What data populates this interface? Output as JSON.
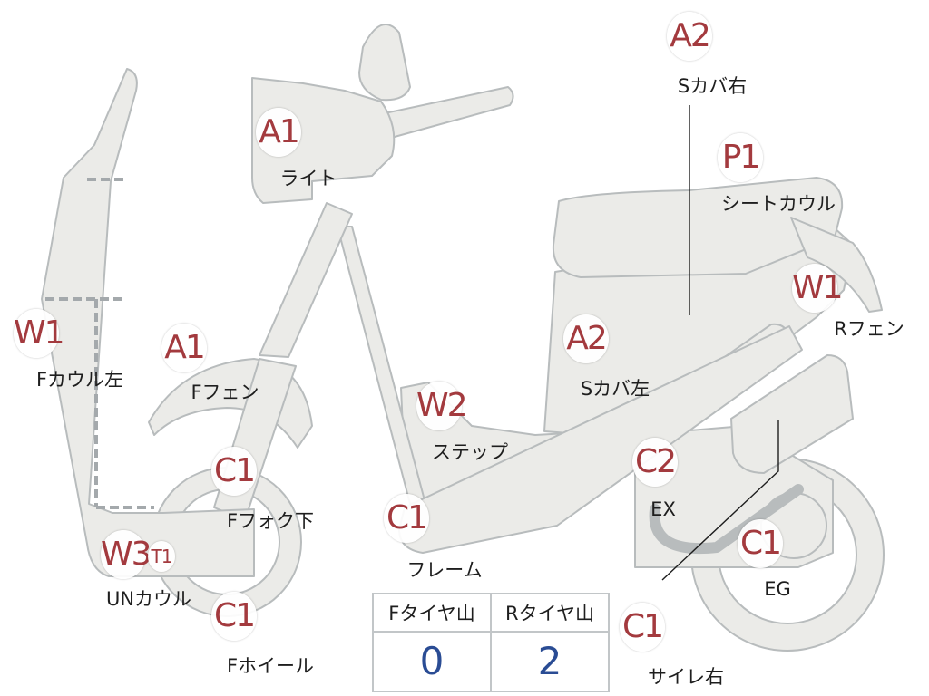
{
  "colors": {
    "grade_text": "#a33a3e",
    "body_fill": "#ebebe8",
    "outline": "#b8bcbd",
    "count_value": "#2a4c94"
  },
  "parts": [
    {
      "id": "light",
      "code": "A1",
      "label": "ライト"
    },
    {
      "id": "f-fender",
      "code": "A1",
      "label": "Fフェン"
    },
    {
      "id": "f-cowl-left",
      "code": "W1",
      "label": "Fカウル左"
    },
    {
      "id": "f-fork-lower",
      "code": "C1",
      "label": "Fフォク下"
    },
    {
      "id": "un-cowl",
      "code": "W3",
      "extra_code": "T1",
      "label": "UNカウル"
    },
    {
      "id": "f-wheel",
      "code": "C1",
      "label": "Fホイール"
    },
    {
      "id": "s-cover-right",
      "code": "A2",
      "label": "Sカバ右"
    },
    {
      "id": "seat-cowl",
      "code": "P1",
      "label": "シートカウル"
    },
    {
      "id": "r-fender",
      "code": "W1",
      "label": "Rフェン"
    },
    {
      "id": "s-cover-left",
      "code": "A2",
      "label": "Sカバ左"
    },
    {
      "id": "step",
      "code": "W2",
      "label": "ステップ"
    },
    {
      "id": "exhaust",
      "code": "C2",
      "label": "EX"
    },
    {
      "id": "frame",
      "code": "C1",
      "label": "フレーム"
    },
    {
      "id": "engine",
      "code": "C1",
      "label": "EG"
    },
    {
      "id": "muffler-right",
      "code": "C1",
      "label": "サイレ右"
    }
  ],
  "tire_table": {
    "front_label": "Fタイヤ山",
    "front_value": "0",
    "rear_label": "Rタイヤ山",
    "rear_value": "2"
  }
}
